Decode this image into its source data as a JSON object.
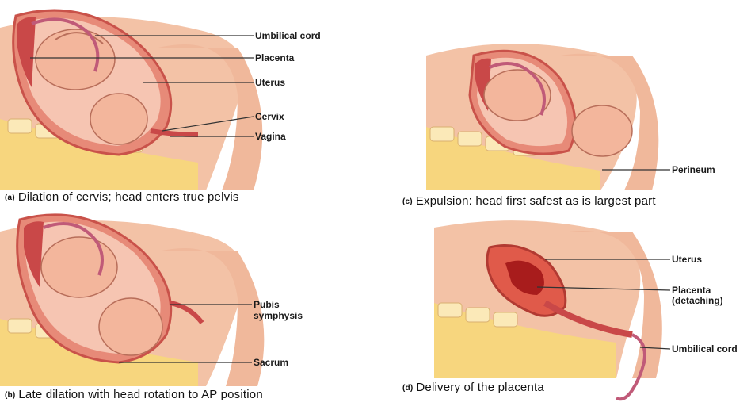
{
  "panels": {
    "a": {
      "tag": "(a)",
      "caption": "Dilation of cervis; head enters true pelvis",
      "labels": [
        "Umbilical cord",
        "Placenta",
        "Uterus",
        "Cervix",
        "Vagina"
      ]
    },
    "b": {
      "tag": "(b)",
      "caption": "Late dilation with head rotation to AP position",
      "labels": [
        "Pubis",
        "symphysis",
        "Sacrum"
      ]
    },
    "c": {
      "tag": "(c)",
      "caption": "Expulsion: head first safest as is largest part",
      "labels": [
        "Perineum"
      ]
    },
    "d": {
      "tag": "(d)",
      "caption": "Delivery of the placenta",
      "labels": [
        "Uterus",
        "Placenta",
        "(detaching)",
        "Umbilical cord"
      ]
    }
  }
}
